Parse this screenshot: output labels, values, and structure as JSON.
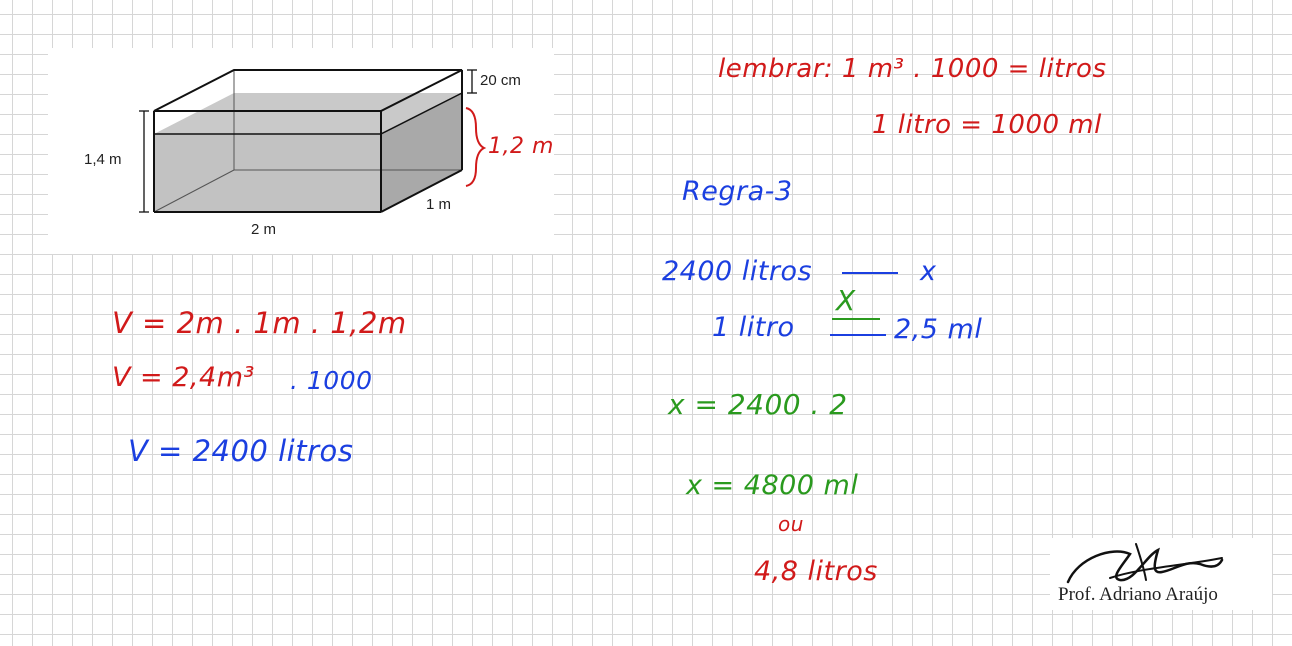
{
  "figure": {
    "label_20cm": "20 cm",
    "label_height": "1,4 m",
    "label_depth": "1 m",
    "label_width": "2 m",
    "annotation_water": "1,2 m"
  },
  "lembrar": {
    "line1": "lembrar: 1 m³ . 1000 = litros",
    "line2": "1 litro = 1000 ml"
  },
  "left_calc": {
    "line1": "V = 2m . 1m . 1,2m",
    "line2_main": "V = 2,4m³",
    "line2_tail": ". 1000",
    "line3": "V = 2400 litros"
  },
  "regra": {
    "title": "Regra-3",
    "row1_left": "2400 litros",
    "row1_right": "x",
    "cross": "X",
    "row2_left": "1 litro",
    "row2_right": "2,5 ml",
    "eq1": "x = 2400 . 2",
    "eq2": "x = 4800 ml",
    "ou": "ou",
    "result": "4,8 litros"
  },
  "signature": {
    "name": "Prof. Adriano Araújo"
  }
}
